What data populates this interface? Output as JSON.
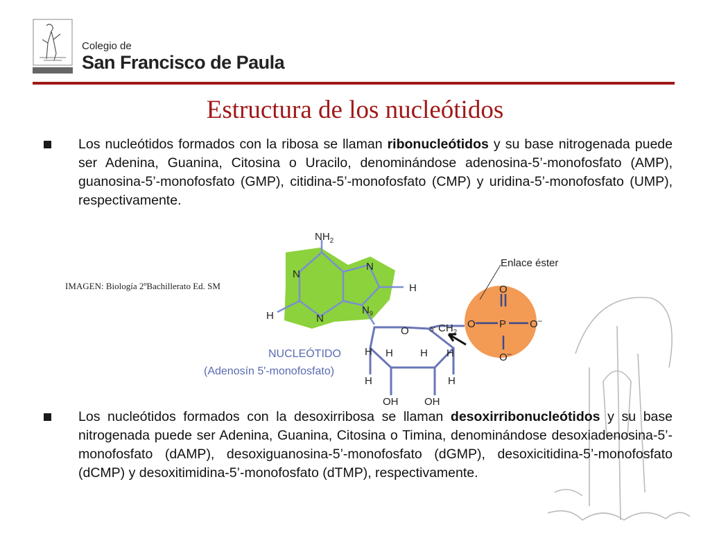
{
  "header": {
    "logo_line1": "Colegio de",
    "logo_line2": "San Francisco de Paula"
  },
  "slide": {
    "title": "Estructura de los nucleótidos"
  },
  "bullet1": {
    "text_a": "Los nucleótidos formados con la ribosa se llaman ",
    "bold": "ribonucleótidos",
    "text_b": " y su base nitrogenada puede ser Adenina, Guanina, Citosina o Uracilo, denominándose adenosina-5’-monofosfato (AMP), guanosina-5’-monofosfato (GMP), citidina-5’-monofosfato (CMP) y uridina-5’-monofosfato (UMP), respectivamente."
  },
  "image_credit": "IMAGEN: Biología 2ºBachillerato Ed. SM",
  "figure": {
    "nh2": "NH",
    "nh2_sub": "2",
    "n": "N",
    "n9": "N",
    "n9_sub": "9",
    "h": "H",
    "o_ring": "O",
    "c5": "5'",
    "ch2": "CH",
    "ch2_sub": "2",
    "o_link": "O",
    "p": "P",
    "o_phos": "O",
    "o_minus": "O",
    "minus": "–",
    "oh": "OH",
    "enlace": "Enlace éster",
    "caption_title": "NUCLEÓTIDO",
    "caption_sub": "(Adenosín 5'-monofosfato)"
  },
  "bullet2": {
    "text_a": "Los nucleótidos formados con la desoxirribosa se llaman ",
    "bold": "desoxirribonucleótidos",
    "text_b": " y su base nitrogenada puede ser Adenina, Guanina, Citosina o Timina, denominándose desoxiadenosina-5’-monofosfato (dAMP), desoxiguanosina-5’-monofosfato (dGMP), desoxicitidina-5’-monofosfato (dCMP) y desoxitimidina-5’-monofosfato (dTMP), respectivamente."
  },
  "colors": {
    "accent": "#a01818",
    "base_green": "#8cd23c",
    "sugar_blue": "#6a76b8",
    "phosphate_orange": "#f39a55"
  }
}
